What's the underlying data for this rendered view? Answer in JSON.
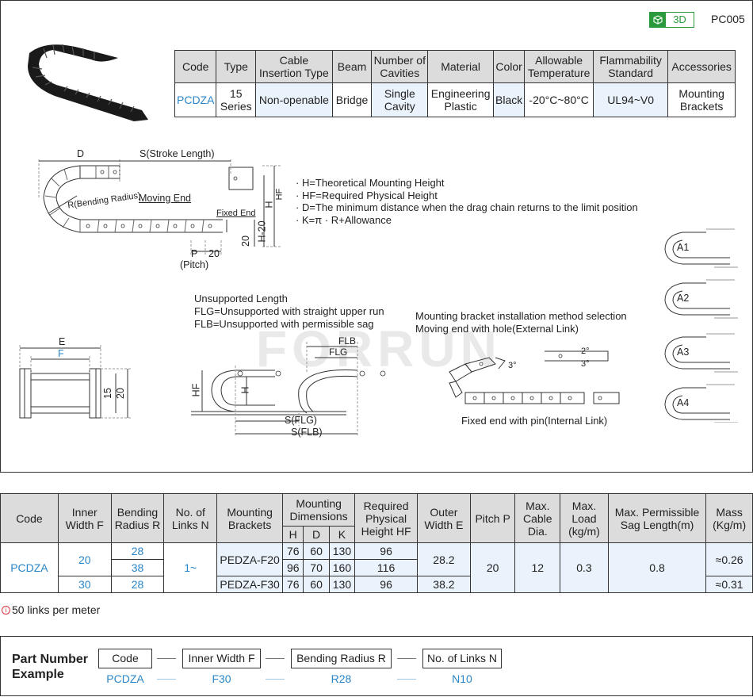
{
  "header": {
    "badge": "3D",
    "product_code": "PC005"
  },
  "spec_table": {
    "headers": [
      "Code",
      "Type",
      "Cable Insertion Type",
      "Beam",
      "Number of Cavities",
      "Material",
      "Color",
      "Allowable Temperature",
      "Flammability Standard",
      "Accessories"
    ],
    "row": [
      "PCDZA",
      "15 Series",
      "Non-openable",
      "Bridge",
      "Single Cavity",
      "Engineering Plastic",
      "Black",
      "-20°C~80°C",
      "UL94~V0",
      "Mounting Brackets"
    ]
  },
  "diagram1": {
    "d": "D",
    "stroke": "S(Stroke Length)",
    "bending": "R(Bending Radius)",
    "moving_end": "Moving End",
    "fixed_end": "Fixed End",
    "h": "H",
    "hf": "HF",
    "h20": "H-20",
    "twenty": "20",
    "p": "P",
    "p20": "20",
    "pitch": "(Pitch)"
  },
  "notes": [
    "· H=Theoretical Mounting Height",
    "· HF=Required Physical Height",
    "· D=The minimum distance when the drag chain returns to the limit position",
    "· K=π · R+Allowance"
  ],
  "install_options": [
    "A1",
    "A2",
    "A3",
    "A4"
  ],
  "cross_section": {
    "e": "E",
    "f": "F",
    "h15": "15",
    "h20": "20"
  },
  "unsupported": {
    "title": "Unsupported Length",
    "flg": "FLG=Unsupported with straight upper run",
    "flb": "FLB=Unsupported with permissible sag",
    "flb_lbl": "FLB",
    "flg_lbl": "FLG",
    "hf": "HF",
    "h": "H",
    "sflg": "S(FLG)",
    "sflb": "S(FLB)"
  },
  "bracket": {
    "title": "Mounting bracket installation method selection",
    "moving": "Moving end with hole(External Link)",
    "fixed": "Fixed end with pin(Internal Link)",
    "a3": "3°",
    "a2": "2°",
    "a3b": "3°"
  },
  "watermark": "FORRUN",
  "main_table": {
    "headers": {
      "code": "Code",
      "inner_width": "Inner Width F",
      "bending_radius": "Bending Radius R",
      "links": "No. of Links N",
      "brackets": "Mounting Brackets",
      "mounting_dims": "Mounting Dimensions",
      "h": "H",
      "d": "D",
      "k": "K",
      "req_height": "Required Physical Height HF",
      "outer_width": "Outer Width E",
      "pitch": "Pitch P",
      "cable_dia": "Max. Cable Dia.",
      "max_load": "Max. Load (kg/m)",
      "sag": "Max. Permissible Sag Length(m)",
      "mass": "Mass (Kg/m)"
    },
    "code": "PCDZA",
    "links": "1~",
    "pitch": "20",
    "cable_dia": "12",
    "max_load": "0.3",
    "sag": "0.8",
    "rows": [
      {
        "inner_width": "20",
        "radius": "28",
        "bracket": "PEDZA-F20",
        "h": "76",
        "d": "60",
        "k": "130",
        "hf": "96",
        "outer": "28.2",
        "mass": "≈0.26"
      },
      {
        "radius": "38",
        "h": "96",
        "d": "70",
        "k": "160",
        "hf": "116"
      },
      {
        "inner_width": "30",
        "radius": "28",
        "bracket": "PEDZA-F30",
        "h": "76",
        "d": "60",
        "k": "130",
        "hf": "96",
        "outer": "38.2",
        "mass": "≈0.31"
      }
    ]
  },
  "note": "50 links per meter",
  "part_number": {
    "title_line1": "Part Number",
    "title_line2": "Example",
    "fields": [
      {
        "label": "Code",
        "value": "PCDZA"
      },
      {
        "label": "Inner Width F",
        "value": "F30"
      },
      {
        "label": "Bending Radius R",
        "value": "R28"
      },
      {
        "label": "No. of Links N",
        "value": "N10"
      }
    ]
  }
}
